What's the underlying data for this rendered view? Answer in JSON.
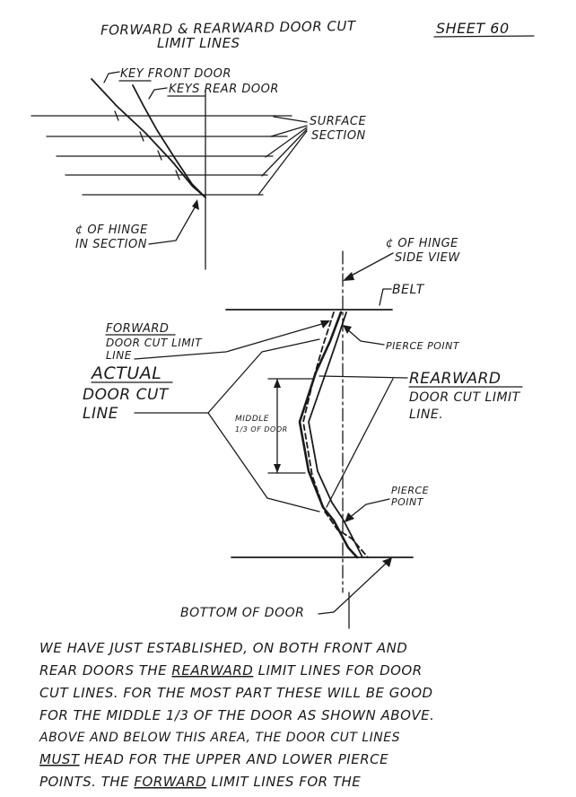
{
  "header": {
    "title_line1": "FORWARD & REARWARD DOOR CUT",
    "title_line2": "LIMIT LINES",
    "sheet_label": "SHEET 60"
  },
  "top_diagram": {
    "key_front_door": "KEY FRONT DOOR",
    "keys_rear_door": "KEYS REAR DOOR",
    "surface_section_line1": "SURFACE",
    "surface_section_line2": "SECTION",
    "hinge_line1": "¢ OF HINGE",
    "hinge_line2": "IN SECTION"
  },
  "side_diagram": {
    "hinge_side_line1": "¢ OF HINGE",
    "hinge_side_line2": "SIDE VIEW",
    "belt": "BELT",
    "forward_title": "FORWARD",
    "forward_line2": "DOOR CUT LIMIT",
    "forward_line3": "LINE",
    "pierce_point_upper": "PIERCE POINT",
    "actual_line1": "ACTUAL",
    "actual_line2": "DOOR CUT",
    "actual_line3": "LINE",
    "rearward_title": "REARWARD",
    "rearward_line2": "DOOR CUT LIMIT",
    "rearward_line3": "LINE.",
    "middle_line1": "MIDDLE",
    "middle_line2": "1/3 OF DOOR",
    "pierce_lower_line1": "PIERCE",
    "pierce_lower_line2": "POINT",
    "bottom_of_door": "BOTTOM OF DOOR"
  },
  "notes": {
    "line1": "WE HAVE JUST ESTABLISHED, ON BOTH FRONT AND",
    "line2_pre": "REAR DOORS THE ",
    "line2_emph": "REARWARD",
    "line2_post": " LIMIT LINES FOR DOOR",
    "line3": "CUT LINES. FOR THE MOST PART THESE WILL BE GOOD",
    "line4": "FOR THE MIDDLE 1/3 OF THE DOOR AS SHOWN ABOVE.",
    "line5": "ABOVE AND BELOW THIS AREA, THE DOOR CUT LINES",
    "line6_emph": "MUST",
    "line6_post": " HEAD FOR THE UPPER AND LOWER PIERCE",
    "line7_pre": "POINTS. THE ",
    "line7_emph": "FORWARD",
    "line7_post": " LIMIT LINES FOR THE"
  }
}
